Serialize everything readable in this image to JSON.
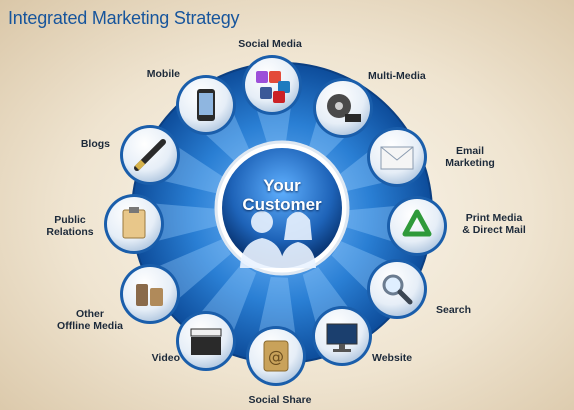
{
  "title": "Integrated Marketing Strategy",
  "center": {
    "label": "Your\nCustomer"
  },
  "channels": [
    {
      "label": "Social Media",
      "icon": "social-media-icon"
    },
    {
      "label": "Multi-Media",
      "icon": "film-reel-icon"
    },
    {
      "label": "Email\nMarketing",
      "icon": "envelope-icon"
    },
    {
      "label": "Print Media\n& Direct Mail",
      "icon": "recycle-icon"
    },
    {
      "label": "Search",
      "icon": "magnifier-icon"
    },
    {
      "label": "Website",
      "icon": "monitor-icon"
    },
    {
      "label": "Social Share",
      "icon": "address-book-icon"
    },
    {
      "label": "Video",
      "icon": "clapperboard-icon"
    },
    {
      "label": "Other\nOffline Media",
      "icon": "cans-icon"
    },
    {
      "label": "Public\nRelations",
      "icon": "clipboard-icon"
    },
    {
      "label": "Blogs",
      "icon": "pen-icon"
    },
    {
      "label": "Mobile",
      "icon": "phone-icon"
    }
  ],
  "colors": {
    "title": "#17559c",
    "wheel": "#1d6fc2",
    "bubble_ring": "#2a7fd4"
  }
}
